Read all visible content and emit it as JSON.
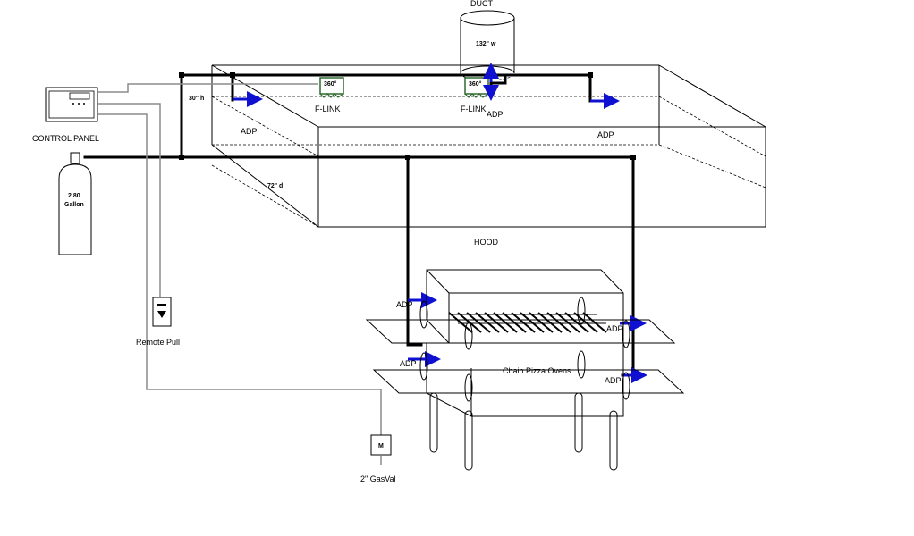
{
  "labels": {
    "duct": "DUCT",
    "duct_width": "132\" w",
    "hood_height": "30\" h",
    "hood_depth": "72\" d",
    "hood": "HOOD",
    "control_panel": "CONTROL PANEL",
    "cylinder_1": "2.80",
    "cylinder_2": "Gallon",
    "remote_pull": "Remote Pull",
    "gas_valve": "2\" GasVal",
    "gas_valve_symbol": "M",
    "oven": "Chain Pizza Ovens",
    "flink": "F-LINK",
    "flink_temp": "360°",
    "adp": "ADP"
  },
  "colors": {
    "pipe": "#000000",
    "cable": "#8c8c8c",
    "nozzle_arrow": "#1010d0",
    "fusible_link": "#2f6b2f"
  }
}
